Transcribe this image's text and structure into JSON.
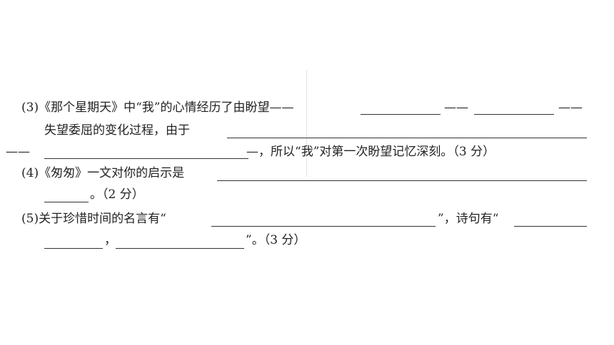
{
  "questions": {
    "q3": {
      "line1_prefix": "(3)《那个星期天》中“我”的心情经历了由盼望——",
      "dash_short_a": "——",
      "dash_short_b": "——",
      "line2_prefix": "失望委屈的变化过程，由于",
      "line3_lead_dash": "——",
      "line3_suffix": "—，所以“我”对第一次盼望记忆深刻。（3 分）"
    },
    "q4": {
      "line1_prefix": "(4)《匆匆》一文对你的启示是",
      "line2_suffix": "。（2 分）"
    },
    "q5": {
      "line1_prefix": "(5)关于珍惜时间的名言有“",
      "line1_middle": "”，诗句有“",
      "line2_comma": "，",
      "line2_suffix": "”。（3 分）"
    }
  }
}
